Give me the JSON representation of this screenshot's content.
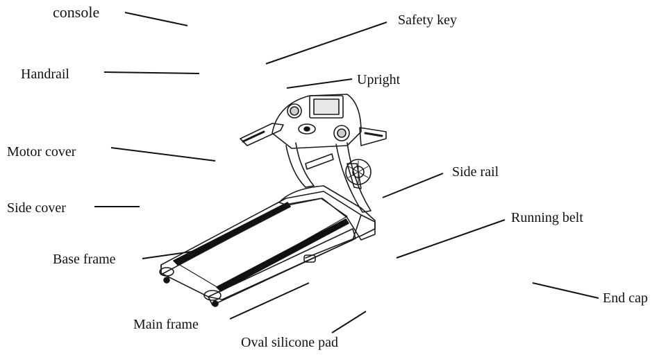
{
  "diagram": {
    "labels": {
      "console": "console",
      "safety_key": "Safety key",
      "handrail": "Handrail",
      "upright": "Upright",
      "motor_cover": "Motor cover",
      "side_rail": "Side rail",
      "side_cover": "Side cover",
      "running_belt": "Running belt",
      "base_frame": "Base frame",
      "end_cap": "End cap",
      "main_frame": "Main frame",
      "oval_silicone_pad": "Oval silicone pad"
    },
    "colors": {
      "ink": "#111111",
      "background": "#ffffff"
    }
  }
}
